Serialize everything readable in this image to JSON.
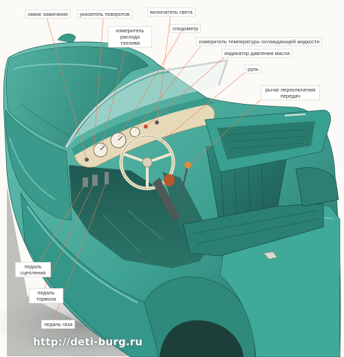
{
  "labels": {
    "ignition_lock": "замок зажигания",
    "turn_indicator": "указатель поворотов",
    "light_switch": "включатель света",
    "fuel_gauge": "измеритель расхода топлива",
    "speedometer": "спидометр",
    "coolant_temp_gauge": "измеритель температуры охлаждающей жидкости",
    "oil_pressure_indicator": "индикатор давления масла",
    "steering_wheel": "руль",
    "gear_lever": "рычаг переключения передач",
    "clutch_pedal": "педаль сцепления",
    "brake_pedal": "педаль тормоза",
    "gas_pedal": "педаль газа"
  },
  "watermark": "http://deti-burg.ru",
  "colors": {
    "body": "#3fa394",
    "body_dark": "#23695f",
    "body_light": "#74c8b8",
    "dashboard": "#e6d9b8",
    "leader_line": "#f07a52"
  }
}
